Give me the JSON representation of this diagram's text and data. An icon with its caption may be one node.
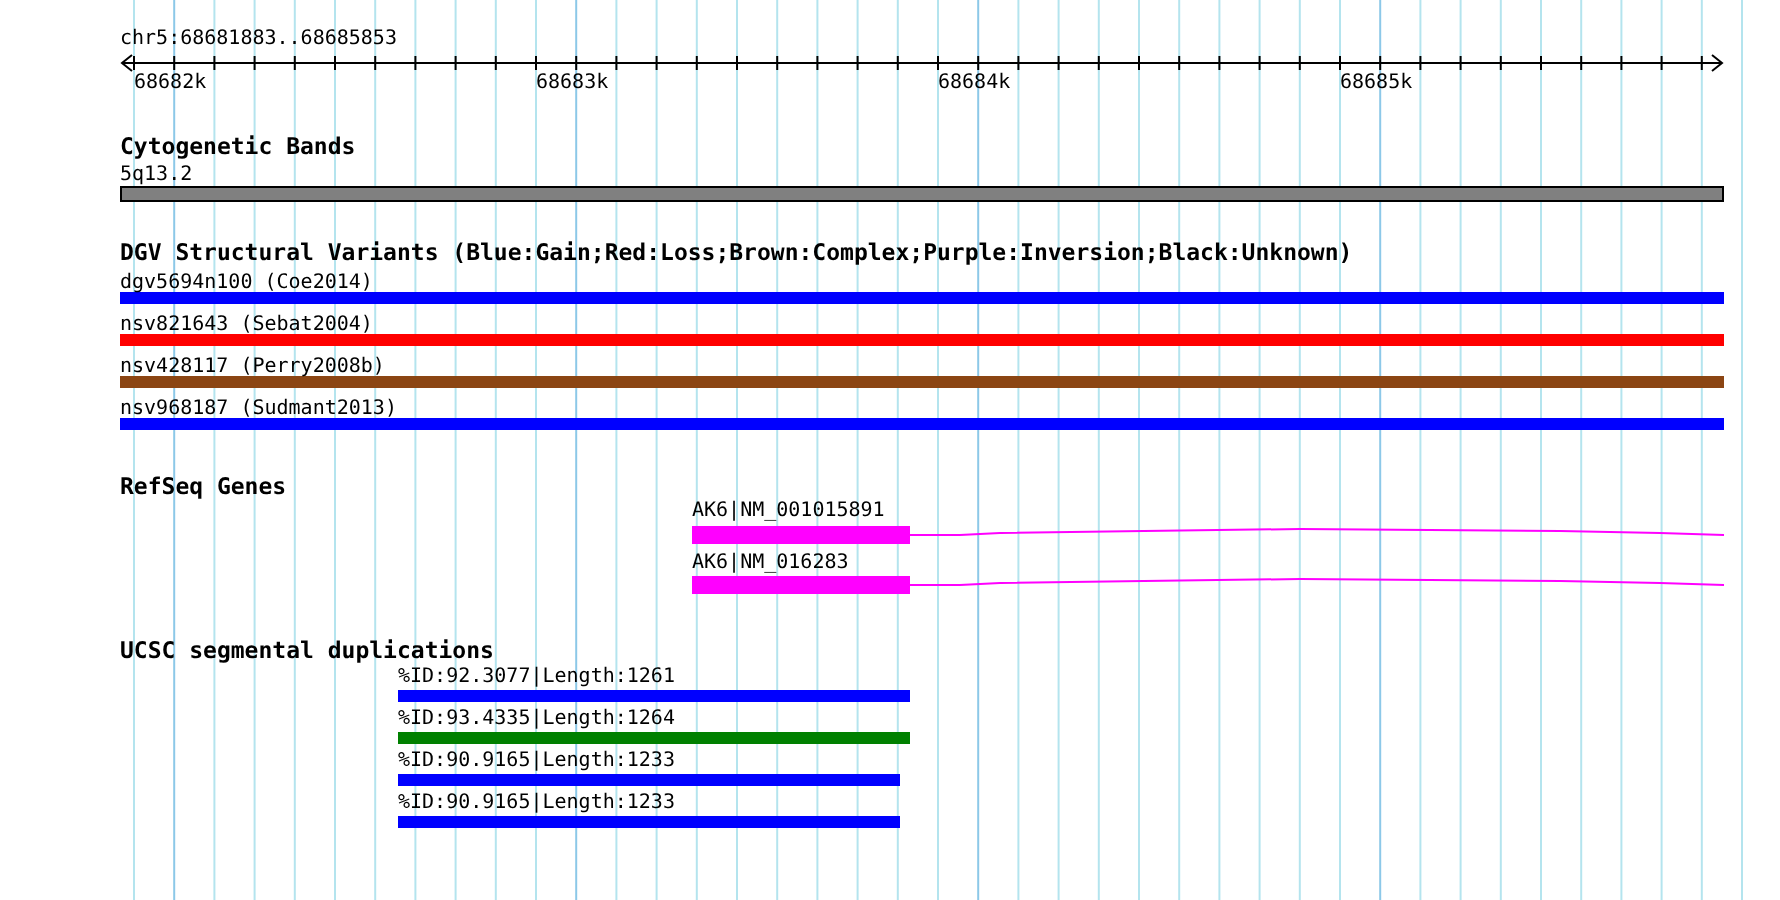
{
  "diagram": {
    "nodes": [
      {
        "text": [
          "5q13.2"
        ]
      },
      {
        "text": [
          "dgv5694n100 (Coe2014)"
        ]
      },
      {
        "text": [
          "nsv821643 (Sebat2004)"
        ]
      },
      {
        "text": [
          "nsv428117 (Perry2008b)"
        ]
      },
      {
        "text": [
          "nsv968187 (Sudmant2013)"
        ]
      },
      {
        "text": [
          "AK6|NM_001015891"
        ]
      },
      {
        "text": [
          "AK6|NM_016283"
        ]
      },
      {
        "text": [
          "%ID:92.3077|Length:1261"
        ]
      },
      {
        "text": [
          "%ID:93.4335|Length:1264"
        ]
      },
      {
        "text": [
          "%ID:90.9165|Length:1233"
        ]
      },
      {
        "text": [
          "%ID:90.9165|Length:1233"
        ]
      }
    ],
    "labels": [
      "chr5:68681883..68685853",
      "68682k",
      "68683k",
      "68684k",
      "68685k",
      "Cytogenetic Bands",
      "DGV Structural Variants (Blue:Gain;Red:Loss;Brown:Complex;Purple:Inversion;Black:Unknown)",
      "RefSeq Genes",
      "UCSC segmental duplications"
    ]
  }
}
